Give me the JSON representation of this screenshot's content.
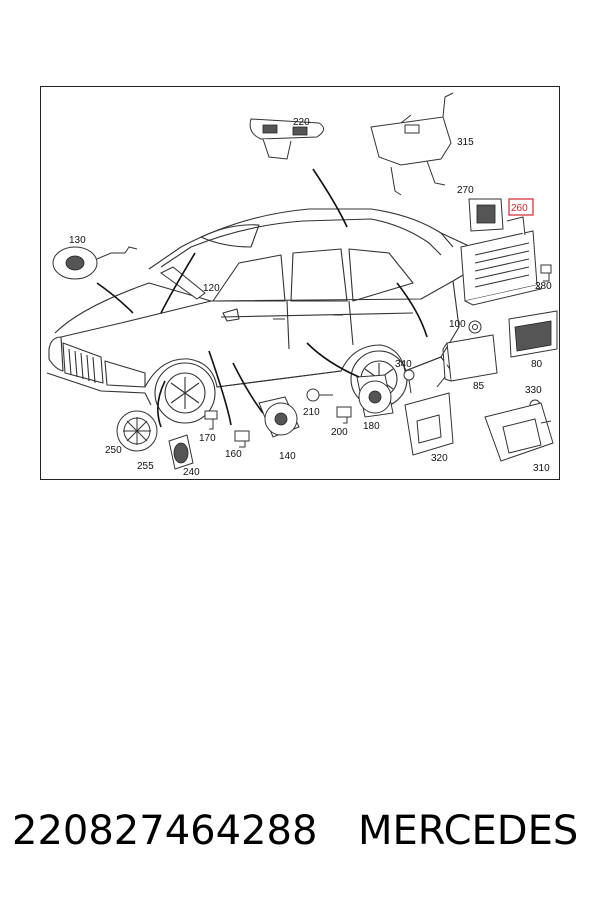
{
  "diagram": {
    "callouts": [
      "220",
      "315",
      "270",
      "260",
      "130",
      "120",
      "280",
      "100",
      "80",
      "340",
      "85",
      "330",
      "210",
      "200",
      "180",
      "170",
      "160",
      "140",
      "250",
      "255",
      "240",
      "320",
      "310"
    ],
    "highlighted": "260",
    "highlight_color": "#d6232a"
  },
  "footer": {
    "part_number": "220827464288",
    "brand": "MERCEDES"
  }
}
